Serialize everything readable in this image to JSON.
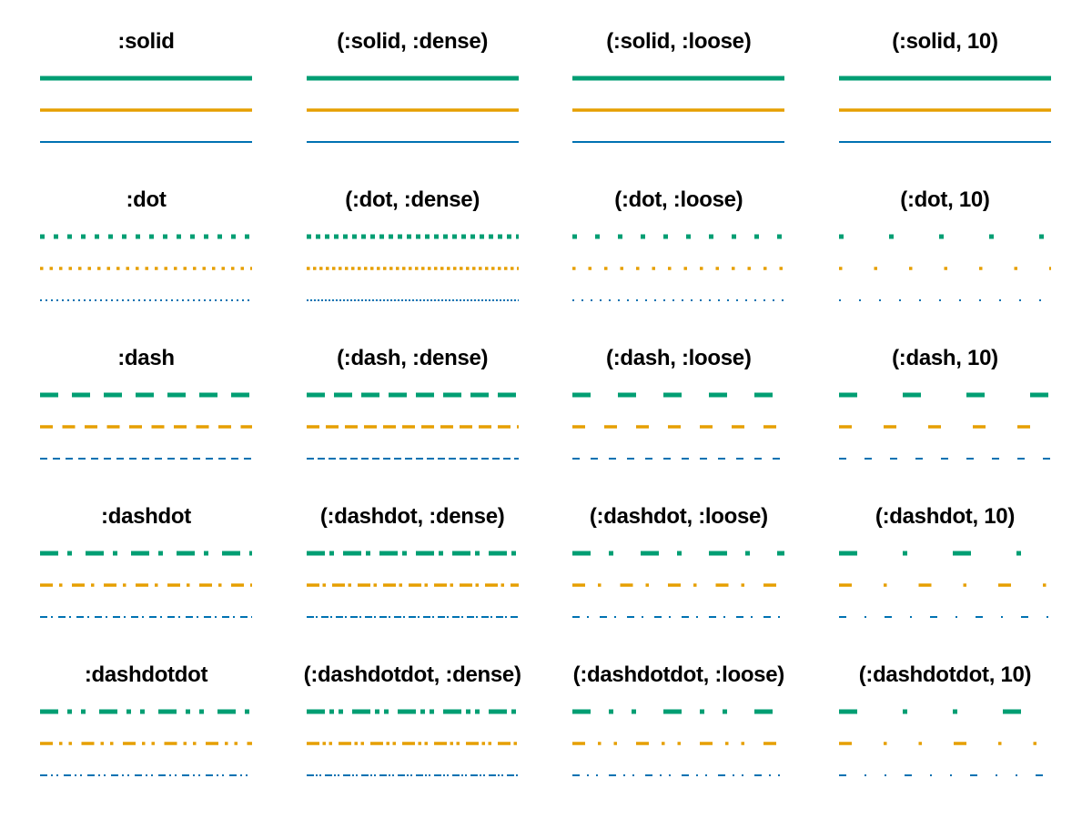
{
  "figure": {
    "background": "#ffffff",
    "title_color": "#000000",
    "series": [
      {
        "name": "green-line",
        "color": "#009E73",
        "linewidth": 5
      },
      {
        "name": "orange-line",
        "color": "#E69F00",
        "linewidth": 3.5
      },
      {
        "name": "blue-line",
        "color": "#0072B2",
        "linewidth": 2
      }
    ],
    "panels": [
      {
        "title": ":solid",
        "pattern": null
      },
      {
        "title": "(:solid, :dense)",
        "pattern": null
      },
      {
        "title": "(:solid, :loose)",
        "pattern": null
      },
      {
        "title": "(:solid, 10)",
        "pattern": null
      },
      {
        "title": ":dot",
        "pattern": [
          1,
          2
        ]
      },
      {
        "title": "(:dot, :dense)",
        "pattern": [
          1,
          1
        ]
      },
      {
        "title": "(:dot, :loose)",
        "pattern": [
          1,
          4
        ]
      },
      {
        "title": "(:dot, 10)",
        "pattern": [
          1,
          10
        ]
      },
      {
        "title": ":dash",
        "pattern": [
          4,
          3
        ]
      },
      {
        "title": "(:dash, :dense)",
        "pattern": [
          4,
          2
        ]
      },
      {
        "title": "(:dash, :loose)",
        "pattern": [
          4,
          6
        ]
      },
      {
        "title": "(:dash, 10)",
        "pattern": [
          4,
          10
        ]
      },
      {
        "title": ":dashdot",
        "pattern": [
          4,
          2,
          1,
          3
        ]
      },
      {
        "title": "(:dashdot, :dense)",
        "pattern": [
          4,
          1,
          1,
          2
        ]
      },
      {
        "title": "(:dashdot, :loose)",
        "pattern": [
          4,
          4,
          1,
          6
        ]
      },
      {
        "title": "(:dashdot, 10)",
        "pattern": [
          4,
          10,
          1,
          10
        ]
      },
      {
        "title": ":dashdotdot",
        "pattern": [
          4,
          2,
          1,
          2,
          1,
          3
        ]
      },
      {
        "title": "(:dashdotdot, :dense)",
        "pattern": [
          4,
          1,
          1,
          1,
          1,
          2
        ]
      },
      {
        "title": "(:dashdotdot, :loose)",
        "pattern": [
          4,
          4,
          1,
          4,
          1,
          6
        ]
      },
      {
        "title": "(:dashdotdot, 10)",
        "pattern": [
          4,
          10,
          1,
          10,
          1,
          10
        ]
      }
    ]
  }
}
